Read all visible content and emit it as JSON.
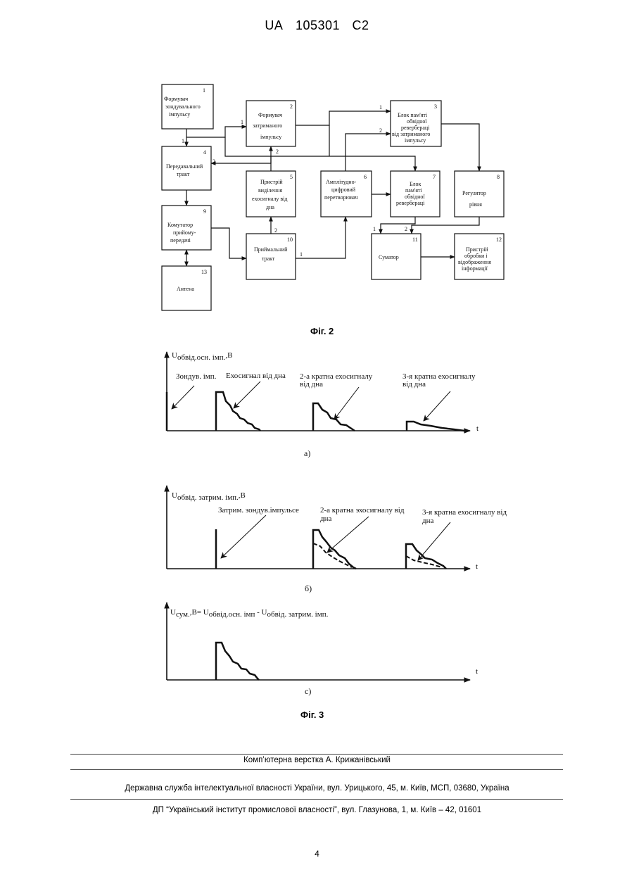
{
  "header": {
    "country": "UA",
    "number": "105301",
    "kind": "C2"
  },
  "fig2": {
    "caption": "Фіг. 2",
    "blocks": [
      {
        "num": "1",
        "lines": [
          "Формувач",
          "зондувального",
          "імпульсу"
        ]
      },
      {
        "num": "2",
        "lines": [
          "Формувач",
          "затриманого",
          "імпульсу"
        ]
      },
      {
        "num": "3",
        "lines": [
          "Блок    пам'яті",
          "обвідної",
          "ревербераці",
          "від затриманого",
          "імпульсу"
        ]
      },
      {
        "num": "4",
        "lines": [
          "Передавальний",
          "тракт"
        ]
      },
      {
        "num": "5",
        "lines": [
          "Пристрій",
          "виділення",
          "ехосигналу від",
          "дна"
        ]
      },
      {
        "num": "6",
        "lines": [
          "Амплітудно-",
          "цифровий",
          "перетворювач"
        ]
      },
      {
        "num": "7",
        "lines": [
          "Блок",
          "пам'яті",
          "обвідної",
          "ревербераці"
        ]
      },
      {
        "num": "8",
        "lines": [
          "Регулятор",
          "рівня"
        ]
      },
      {
        "num": "9",
        "lines": [
          "Комутатор",
          "прийому-",
          "передачі"
        ]
      },
      {
        "num": "10",
        "lines": [
          "Приймальний",
          "тракт"
        ]
      },
      {
        "num": "11",
        "lines": [
          "Суматор"
        ]
      },
      {
        "num": "12",
        "lines": [
          "Пристрій",
          "обробки і",
          "відображення",
          "інформації"
        ]
      },
      {
        "num": "13",
        "lines": [
          "Антена"
        ]
      }
    ],
    "port_labels": [
      "1",
      "1",
      "2",
      "2",
      "1",
      "2",
      "2",
      "1",
      "1",
      "2"
    ]
  },
  "fig3": {
    "caption": "Фіг. 3",
    "a": {
      "ylabel_main": "U",
      "ylabel_sub": "обвід.осн. імп.",
      "ylabel_unit": ",B",
      "ann1": "Зондув. імп.",
      "ann2": "Ехосигнал від дна",
      "ann3_l1": "2-а кратна ехосигналу",
      "ann3_l2": "від  дна",
      "ann4_l1": "3-я кратна ехосигналу",
      "ann4_l2": "від дна",
      "t": "t",
      "label": "а)"
    },
    "b": {
      "ylabel_main": "U",
      "ylabel_sub": "обвід. затрим. імп.",
      "ylabel_unit": ",B",
      "ann1": "Затрим. зондув.імпульсе",
      "ann2_l1": "2-а кратна эхосигналу від",
      "ann2_l2": "дна",
      "ann3_l1": "3-я кратна ехосигналу від",
      "ann3_l2": "дна",
      "t": "t",
      "label": "б)"
    },
    "c": {
      "ylabel_main": "U",
      "ylabel_sub1": "сум.",
      "ylabel_mid": ",B= U",
      "ylabel_sub2": "обвід.осн. імп",
      "ylabel_minus": " - U",
      "ylabel_sub3": "обвід. затрим. імп.",
      "t": "t",
      "label": "с)"
    }
  },
  "footer": {
    "line1": "Комп’ютерна верстка А. Крижанівський",
    "line2": "Державна служба інтелектуальної власності України, вул. Урицького, 45, м. Київ, МСП, 03680, Україна",
    "line3": "ДП “Український інститут промислової власності”, вул. Глазунова, 1, м. Київ – 42, 01601"
  },
  "page_number": "4"
}
